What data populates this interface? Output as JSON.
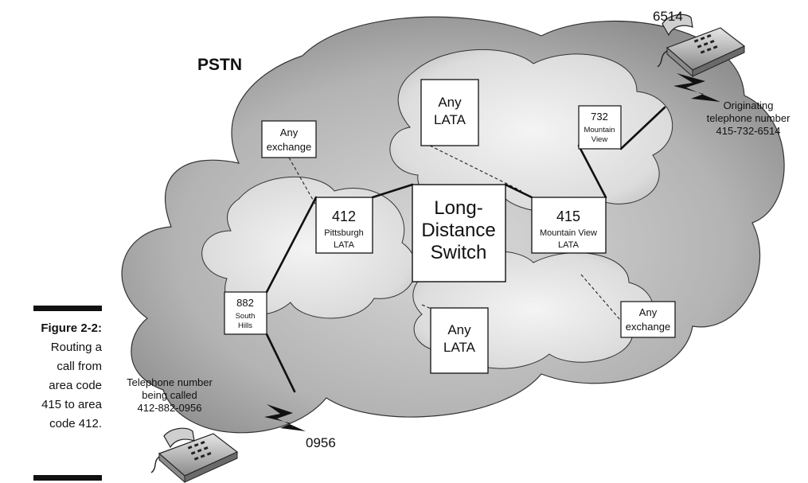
{
  "network_label": "PSTN",
  "figure": {
    "label": "Figure 2-2:",
    "caption_lines": [
      "Routing a",
      "call from",
      "area code",
      "415 to area",
      "code 412."
    ]
  },
  "switch": {
    "lines": [
      "Long-",
      "Distance",
      "Switch"
    ]
  },
  "lata_412": {
    "code": "412",
    "name": "Pittsburgh",
    "suffix": "LATA"
  },
  "lata_415": {
    "code": "415",
    "name": "Mountain View",
    "suffix": "LATA"
  },
  "any_lata_top": {
    "lines": [
      "Any",
      "LATA"
    ]
  },
  "any_lata_bottom": {
    "lines": [
      "Any",
      "LATA"
    ]
  },
  "any_exchange_left": {
    "lines": [
      "Any",
      "exchange"
    ]
  },
  "any_exchange_right": {
    "lines": [
      "Any",
      "exchange"
    ]
  },
  "exchange_732": {
    "code": "732",
    "lines": [
      "Mountain",
      "View"
    ]
  },
  "exchange_882": {
    "code": "882",
    "lines": [
      "South",
      "Hills"
    ]
  },
  "originating": {
    "extension": "6514",
    "lines": [
      "Originating",
      "telephone number",
      "415-732-6514"
    ]
  },
  "called": {
    "extension": "0956",
    "lines": [
      "Telephone number",
      "being called",
      "412-882-0956"
    ]
  },
  "colors": {
    "cloud_dark": "#9a9a9a",
    "cloud_light": "#e2e2e2",
    "line": "#111111"
  }
}
